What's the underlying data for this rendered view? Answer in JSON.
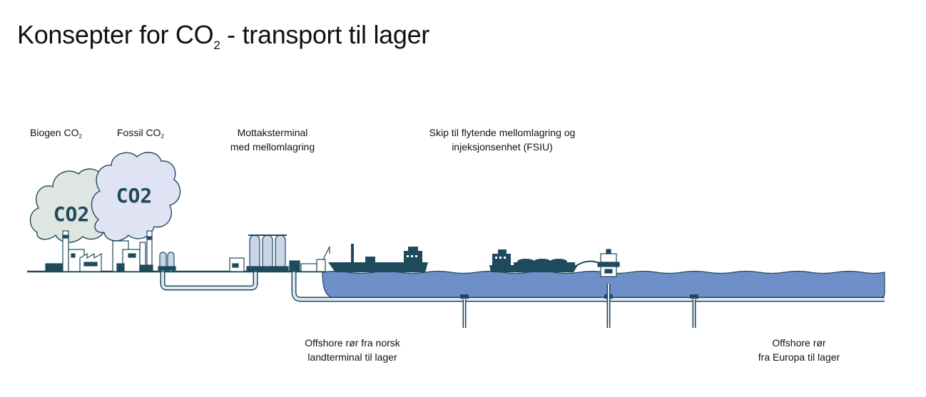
{
  "title": {
    "prefix": "Konsepter for CO",
    "sub": "2",
    "suffix": " - transport til lager"
  },
  "labels": {
    "biogen": {
      "text": "Biogen CO",
      "sub": "2"
    },
    "fossil": {
      "text": "Fossil CO",
      "sub": "2"
    },
    "terminal": {
      "line1": "Mottaksterminal",
      "line2": "med mellomlagring"
    },
    "ship": {
      "line1": "Skip til flytende mellomlagring og",
      "line2": "injeksjonsenhet (FSIU)"
    },
    "pipe_norway": {
      "line1": "Offshore rør fra norsk",
      "line2": "landterminal til lager"
    },
    "pipe_europe": {
      "line1": "Offshore rør",
      "line2": "fra Europa til lager"
    }
  },
  "clouds": {
    "biogen_text": "CO2",
    "fossil_text": "CO2"
  },
  "colors": {
    "dark": "#1f4a5c",
    "sea": "#6f8fc9",
    "pipe_fill": "#dfe8f2",
    "cloud_biogen": "#dfe5e0",
    "cloud_fossil": "#dfe3f4",
    "tank": "#c8d6e8"
  }
}
